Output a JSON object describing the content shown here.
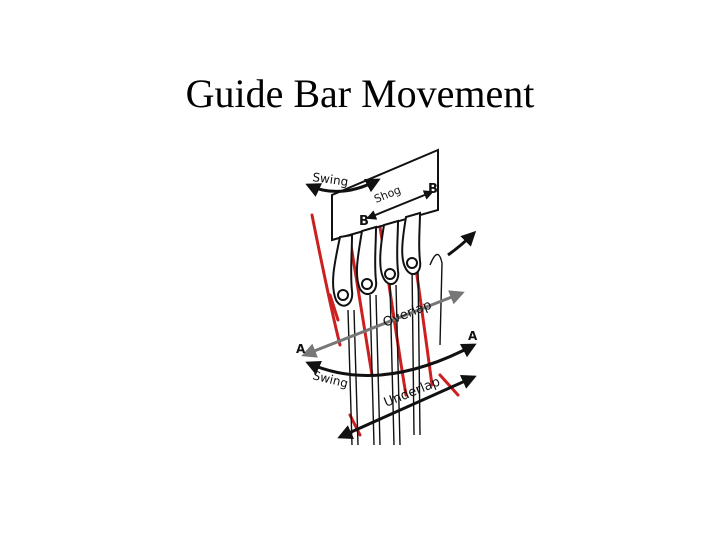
{
  "slide": {
    "title": "Guide Bar Movement"
  },
  "diagram": {
    "labels": {
      "swing_top": "Swing",
      "shog": "Shog",
      "b_left": "B",
      "b_right": "B",
      "overlap": "Overlap",
      "a_left": "A",
      "a_right": "A",
      "swing_bottom": "Swing",
      "underlap": "Underlap"
    },
    "colors": {
      "yarn": "#cc1f1f",
      "outline": "#111111",
      "overlap_arrow": "#777777"
    }
  }
}
